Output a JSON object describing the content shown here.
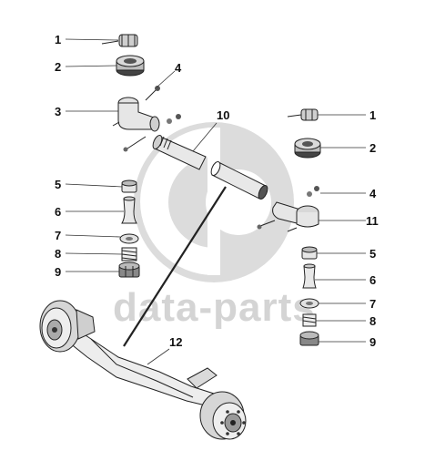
{
  "watermark": {
    "text": "data-parts",
    "color": "#d4d4d4"
  },
  "callouts": [
    {
      "label": "1"
    },
    {
      "label": "2"
    },
    {
      "label": "3"
    },
    {
      "label": "4"
    },
    {
      "label": "5"
    },
    {
      "label": "6"
    },
    {
      "label": "7"
    },
    {
      "label": "8"
    },
    {
      "label": "9"
    },
    {
      "label": "10"
    },
    {
      "label": "1"
    },
    {
      "label": "2"
    },
    {
      "label": "4"
    },
    {
      "label": "11"
    },
    {
      "label": "5"
    },
    {
      "label": "6"
    },
    {
      "label": "7"
    },
    {
      "label": "8"
    },
    {
      "label": "9"
    },
    {
      "label": "12"
    }
  ],
  "colors": {
    "line": "#222222",
    "part_fill": "#e6e6e6",
    "dark_fill": "#9a9a9a",
    "watermark": "#d4d4d4"
  }
}
